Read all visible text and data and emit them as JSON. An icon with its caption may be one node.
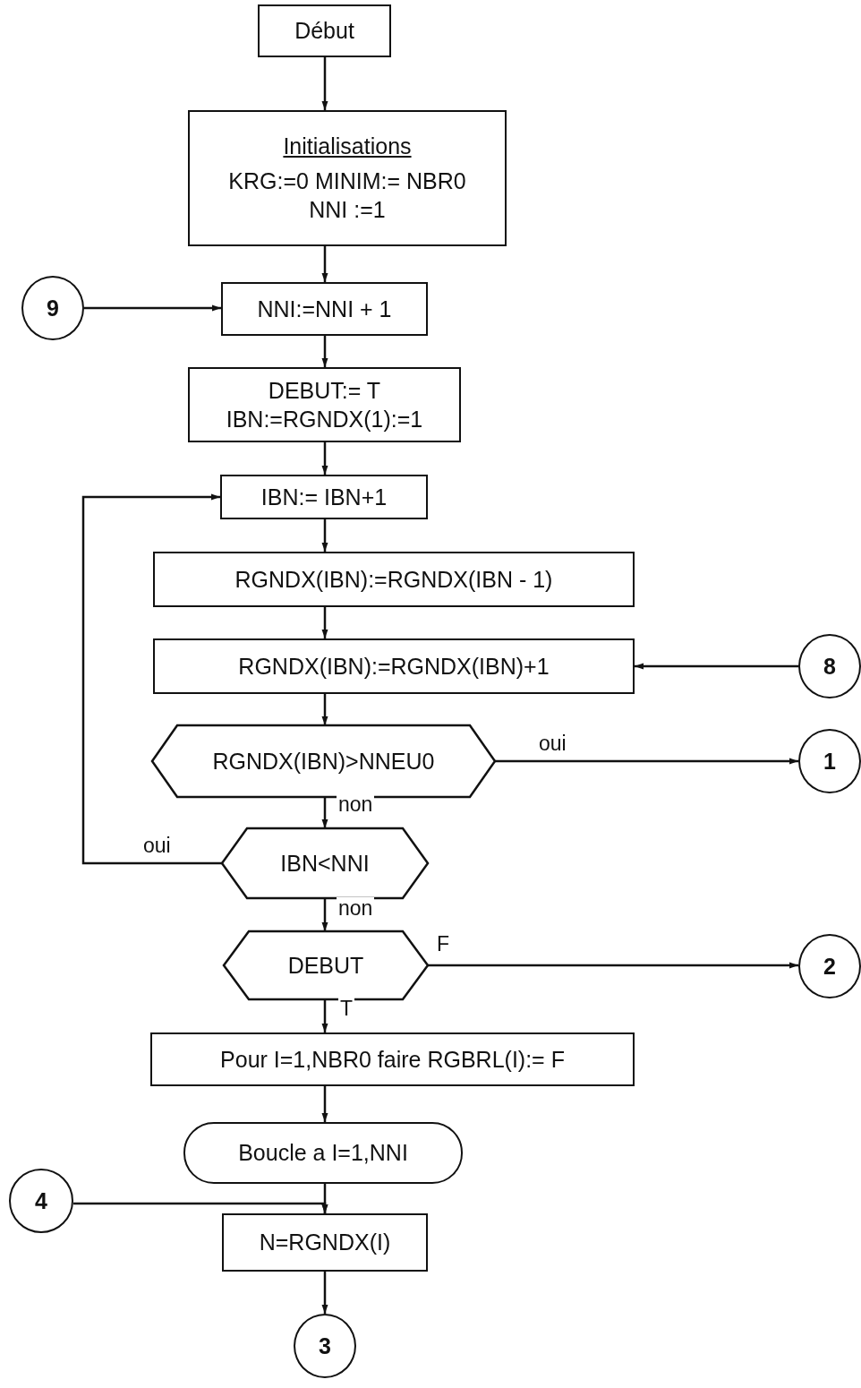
{
  "diagram": {
    "nodes": [
      {
        "text": [
          "Début"
        ]
      },
      {
        "text": [
          "Initialisations",
          "KRG:=0  MINIM:= NBR0",
          "NNI :=1"
        ]
      },
      {
        "text": [
          "9"
        ]
      },
      {
        "text": [
          "NNI:=NNI + 1"
        ]
      },
      {
        "text": [
          "DEBUT:= T",
          "IBN:=RGNDX(1):=1"
        ]
      },
      {
        "text": [
          "IBN:= IBN+1"
        ]
      },
      {
        "text": [
          "RGNDX(IBN):=RGNDX(IBN - 1)"
        ]
      },
      {
        "text": [
          "RGNDX(IBN):=RGNDX(IBN)+1"
        ]
      },
      {
        "text": [
          "8"
        ]
      },
      {
        "text": [
          "RGNDX(IBN)>NNEU0"
        ]
      },
      {
        "text": [
          "1"
        ]
      },
      {
        "text": [
          "IBN<NNI"
        ]
      },
      {
        "text": [
          "DEBUT"
        ]
      },
      {
        "text": [
          "2"
        ]
      },
      {
        "text": [
          "Pour I=1,NBR0  faire  RGBRL(I):= F"
        ]
      },
      {
        "text": [
          "Boucle a I=1,NNI"
        ]
      },
      {
        "text": [
          "4"
        ]
      },
      {
        "text": [
          "N=RGNDX(I)"
        ]
      },
      {
        "text": [
          "3"
        ]
      }
    ],
    "edges": [
      {
        "from": 0,
        "to": 1,
        "arrow": "to"
      },
      {
        "from": 1,
        "to": 3,
        "arrow": "to"
      },
      {
        "from": 2,
        "to": 3,
        "arrow": "to"
      },
      {
        "from": 3,
        "to": 4,
        "arrow": "to"
      },
      {
        "from": 4,
        "to": 5,
        "arrow": "to"
      },
      {
        "from": 5,
        "to": 6,
        "arrow": "to"
      },
      {
        "from": 6,
        "to": 7,
        "arrow": "to"
      },
      {
        "from": 8,
        "to": 7,
        "arrow": "to"
      },
      {
        "from": 7,
        "to": 9,
        "arrow": "to"
      },
      {
        "from": 9,
        "to": 10,
        "arrow": "to",
        "label": "oui"
      },
      {
        "from": 9,
        "to": 11,
        "arrow": "to",
        "label": "non"
      },
      {
        "from": 11,
        "to": 5,
        "arrow": "to",
        "label": "oui"
      },
      {
        "from": 11,
        "to": 12,
        "arrow": "to",
        "label": "non"
      },
      {
        "from": 12,
        "to": 13,
        "arrow": "to",
        "label": "F"
      },
      {
        "from": 12,
        "to": 14,
        "arrow": "to",
        "label": "T"
      },
      {
        "from": 14,
        "to": 15,
        "arrow": "to"
      },
      {
        "from": 15,
        "to": 17,
        "arrow": "to"
      },
      {
        "from": 16,
        "to": 17,
        "arrow": "to"
      },
      {
        "from": 17,
        "to": 18,
        "arrow": "to"
      }
    ]
  }
}
